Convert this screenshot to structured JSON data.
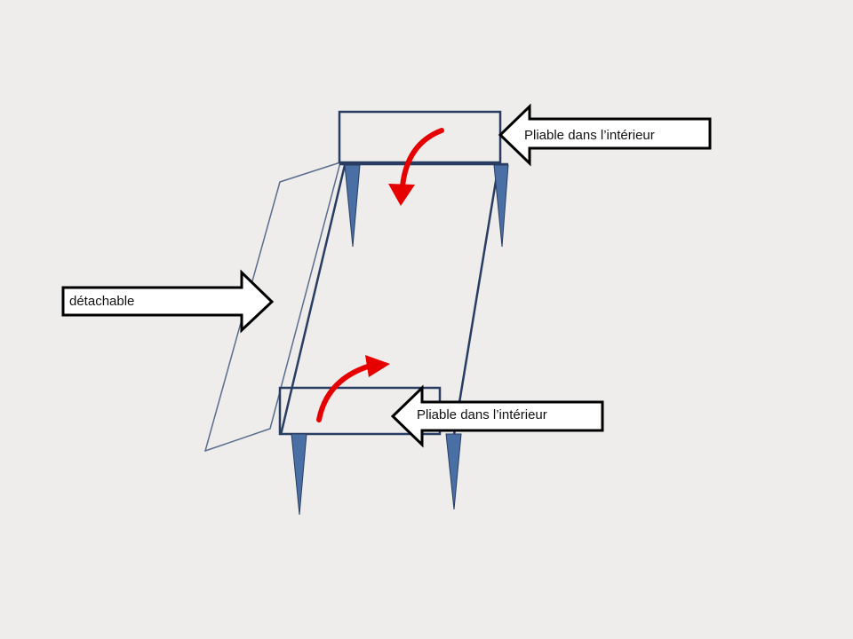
{
  "labels": {
    "top_fold": "Pliable dans l’intérieur",
    "bottom_fold": "Pliable dans l’intérieur",
    "detachable": "détachable"
  },
  "icons": {
    "fold_arrow": "curved-arrow-icon",
    "spike": "leg-spike-icon"
  },
  "colors": {
    "background": "#eeedec",
    "structure": "#283d61",
    "spike": "#4a6fa5",
    "fold_arrow": "#e60000",
    "callout_border": "#000000",
    "callout_fill": "#ffffff"
  }
}
